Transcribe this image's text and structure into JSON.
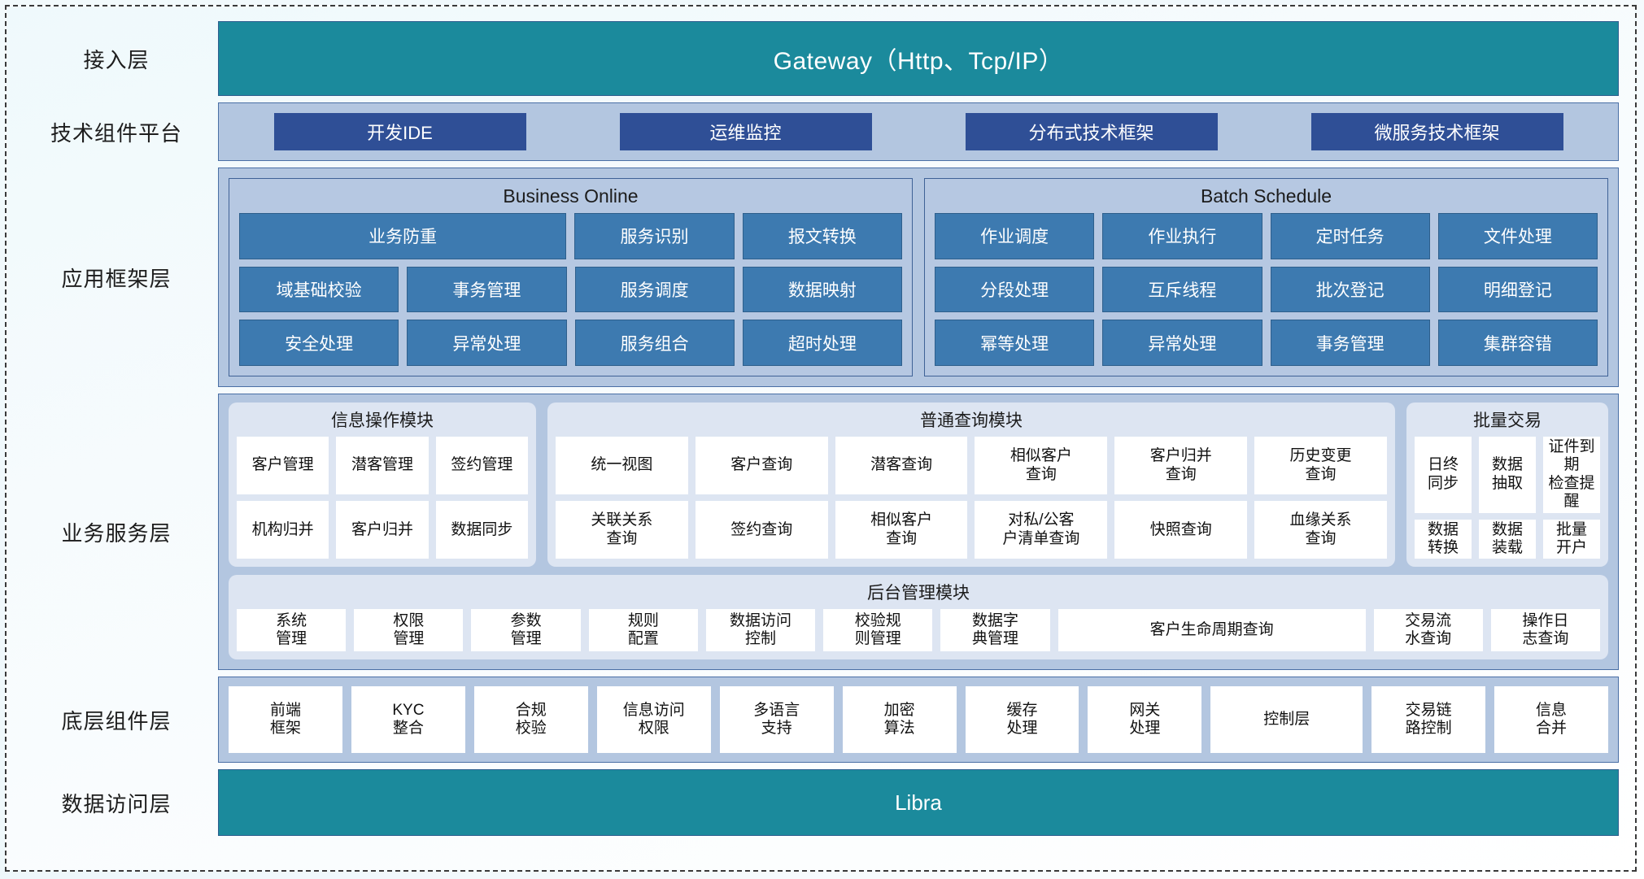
{
  "rows": {
    "access": "接入层",
    "tech": "技术组件平台",
    "appframework": "应用框架层",
    "service": "业务服务层",
    "components": "底层组件层",
    "dataaccess": "数据访问层"
  },
  "gateway": {
    "label": "Gateway（Http、Tcp/IP）"
  },
  "tech_platform": {
    "items": [
      {
        "label": "开发IDE"
      },
      {
        "label": "运维监控"
      },
      {
        "label": "分布式技术框架"
      },
      {
        "label": "微服务技术框架"
      }
    ]
  },
  "app_framework": {
    "panels": [
      {
        "title": "Business Online",
        "rows": [
          [
            {
              "label": "业务防重",
              "span": 2
            },
            {
              "label": "服务识别",
              "span": 1
            },
            {
              "label": "报文转换",
              "span": 1
            }
          ],
          [
            {
              "label": "域基础校验",
              "span": 1
            },
            {
              "label": "事务管理",
              "span": 1
            },
            {
              "label": "服务调度",
              "span": 1
            },
            {
              "label": "数据映射",
              "span": 1
            }
          ],
          [
            {
              "label": "安全处理",
              "span": 1
            },
            {
              "label": "异常处理",
              "span": 1
            },
            {
              "label": "服务组合",
              "span": 1
            },
            {
              "label": "超时处理",
              "span": 1
            }
          ]
        ]
      },
      {
        "title": "Batch Schedule",
        "rows": [
          [
            {
              "label": "作业调度",
              "span": 1
            },
            {
              "label": "作业执行",
              "span": 1
            },
            {
              "label": "定时任务",
              "span": 1
            },
            {
              "label": "文件处理",
              "span": 1
            }
          ],
          [
            {
              "label": "分段处理",
              "span": 1
            },
            {
              "label": "互斥线程",
              "span": 1
            },
            {
              "label": "批次登记",
              "span": 1
            },
            {
              "label": "明细登记",
              "span": 1
            }
          ],
          [
            {
              "label": "幂等处理",
              "span": 1
            },
            {
              "label": "异常处理",
              "span": 1
            },
            {
              "label": "事务管理",
              "span": 1
            },
            {
              "label": "集群容错",
              "span": 1
            }
          ]
        ]
      }
    ]
  },
  "business_service": {
    "groups": [
      {
        "title": "信息操作模块",
        "rows": [
          [
            {
              "label": "客户管理"
            },
            {
              "label": "潜客管理"
            },
            {
              "label": "签约管理"
            }
          ],
          [
            {
              "label": "机构归并"
            },
            {
              "label": "客户归并"
            },
            {
              "label": "数据同步"
            }
          ]
        ]
      },
      {
        "title": "普通查询模块",
        "rows": [
          [
            {
              "label": "统一视图"
            },
            {
              "label": "客户查询"
            },
            {
              "label": "潜客查询"
            },
            {
              "label": "相似客户\n查询"
            },
            {
              "label": "客户归并\n查询"
            },
            {
              "label": "历史变更\n查询"
            }
          ],
          [
            {
              "label": "关联关系\n查询"
            },
            {
              "label": "签约查询"
            },
            {
              "label": "相似客户\n查询"
            },
            {
              "label": "对私/公客\n户清单查询"
            },
            {
              "label": "快照查询"
            },
            {
              "label": "血缘关系\n查询"
            }
          ]
        ]
      },
      {
        "title": "批量交易",
        "rows": [
          [
            {
              "label": "日终\n同步"
            },
            {
              "label": "数据\n抽取"
            },
            {
              "label": "证件到期\n检查提醒"
            }
          ],
          [
            {
              "label": "数据\n转换"
            },
            {
              "label": "数据\n装载"
            },
            {
              "label": "批量\n开户"
            }
          ]
        ]
      }
    ],
    "admin": {
      "title": "后台管理模块",
      "items": [
        {
          "label": "系统\n管理"
        },
        {
          "label": "权限\n管理"
        },
        {
          "label": "参数\n管理"
        },
        {
          "label": "规则\n配置"
        },
        {
          "label": "数据访问\n控制"
        },
        {
          "label": "校验规\n则管理"
        },
        {
          "label": "数据字\n典管理"
        },
        {
          "label": "客户生命周期查询",
          "wide": true
        },
        {
          "label": "交易流\n水查询"
        },
        {
          "label": "操作日\n志查询"
        }
      ]
    }
  },
  "components": {
    "items": [
      {
        "label": "前端\n框架"
      },
      {
        "label": "KYC\n整合"
      },
      {
        "label": "合规\n校验"
      },
      {
        "label": "信息访问\n权限"
      },
      {
        "label": "多语言\n支持"
      },
      {
        "label": "加密\n算法"
      },
      {
        "label": "缓存\n处理"
      },
      {
        "label": "网关\n处理"
      },
      {
        "label": "控制层",
        "wide": true
      },
      {
        "label": "交易链\n路控制"
      },
      {
        "label": "信息\n合并"
      }
    ]
  },
  "data_access": {
    "label": "Libra"
  },
  "colors": {
    "teal": "#1b8a9c",
    "layer_bg": "#b3c6e0",
    "chip_dark_blue": "#2f4f96",
    "chip_blue": "#3d7ab0",
    "group_bg": "#dde5f2",
    "white_chip": "#ffffff"
  }
}
